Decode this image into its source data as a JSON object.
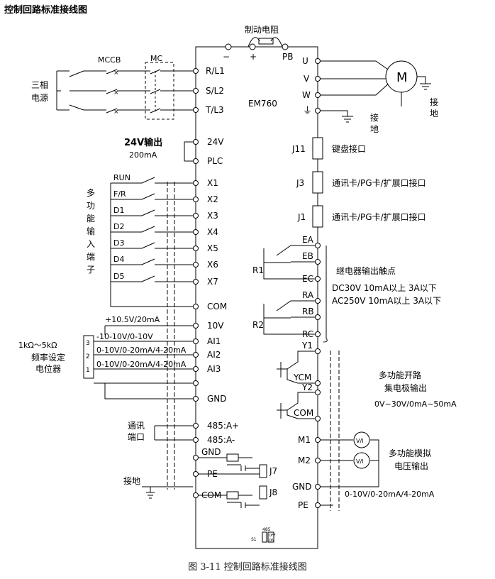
{
  "title": "控制回路标准接线图",
  "caption": "图 3-11 控制回路标准接线图",
  "device": "EM760",
  "brake": {
    "label": "制动电阻",
    "minus": "−",
    "plus": "+",
    "pb": "PB"
  },
  "mccb": "MCCB",
  "mc": "MC",
  "source": {
    "line1": "三相",
    "line2": "电源"
  },
  "power_terminals": [
    "R/L1",
    "S/L2",
    "T/L3"
  ],
  "output_terminals": [
    "U",
    "V",
    "W"
  ],
  "motor": "M",
  "ground_motor": {
    "c1": "接",
    "c2": "地"
  },
  "ground_drive": {
    "c1": "接",
    "c2": "地"
  },
  "out24": {
    "label": "24V输出",
    "current": "200mA",
    "t24": "24V",
    "plc": "PLC"
  },
  "digital_inputs": [
    "X1",
    "X2",
    "X3",
    "X4",
    "X5",
    "X6",
    "X7"
  ],
  "switch_labels": [
    "RUN",
    "F/R",
    "D1",
    "D2",
    "D3",
    "D4",
    "D5"
  ],
  "multi_input_label": [
    "多",
    "功",
    "能",
    "输",
    "入",
    "端",
    "子"
  ],
  "com": "COM",
  "analog": {
    "supply": "+10.5V/20mA",
    "t10v": "10V",
    "ai1": "AI1",
    "ai2": "AI2",
    "ai3": "AI3",
    "gnd": "GND",
    "r1": "-10-10V/0-10V",
    "r2": "0-10V/0-20mA/4-20mA",
    "r3": "0-10V/0-20mA/4-20mA",
    "pot_range": "1kΩ～5kΩ",
    "pot_l1": "频率设定",
    "pot_l2": "电位器",
    "p3": "3",
    "p2": "2",
    "p1": "1"
  },
  "comm": {
    "l1": "通讯",
    "l2": "端口",
    "a": "485:A+",
    "b": "485:A-"
  },
  "shield": {
    "gnd": "GND",
    "pe": "PE",
    "com": "COM",
    "j7": "J7",
    "j8": "J8",
    "ground": "接地"
  },
  "switch_s1": {
    "label": "S1",
    "t485": "485",
    "off": "OFF",
    "on": "ON"
  },
  "connectors": [
    {
      "id": "J11",
      "desc": "键盘接口"
    },
    {
      "id": "J3",
      "desc": "通讯卡/PG卡/扩展口接口"
    },
    {
      "id": "J1",
      "desc": "通讯卡/PG卡/扩展口接口"
    }
  ],
  "relay": {
    "r1": "R1",
    "r2": "R2",
    "ea": "EA",
    "eb": "EB",
    "ec": "EC",
    "ra": "RA",
    "rb": "RB",
    "rc": "RC",
    "title": "继电器输出触点",
    "spec1": "DC30V  10mA以上  3A以下",
    "spec2": "AC250V 10mA以上  3A以下"
  },
  "oc": {
    "y1": "Y1",
    "ycm": "YCM",
    "y2": "Y2",
    "com": "COM",
    "l1": "多功能开路",
    "l2": "集电极输出",
    "range": "0V~30V/0mA~50mA"
  },
  "aout": {
    "m1": "M1",
    "m2": "M2",
    "gnd": "GND",
    "pe": "PE",
    "meter": "V/I",
    "l1": "多功能模拟",
    "l2": "电压输出",
    "range": "0-10V/0-20mA/4-20mA"
  }
}
